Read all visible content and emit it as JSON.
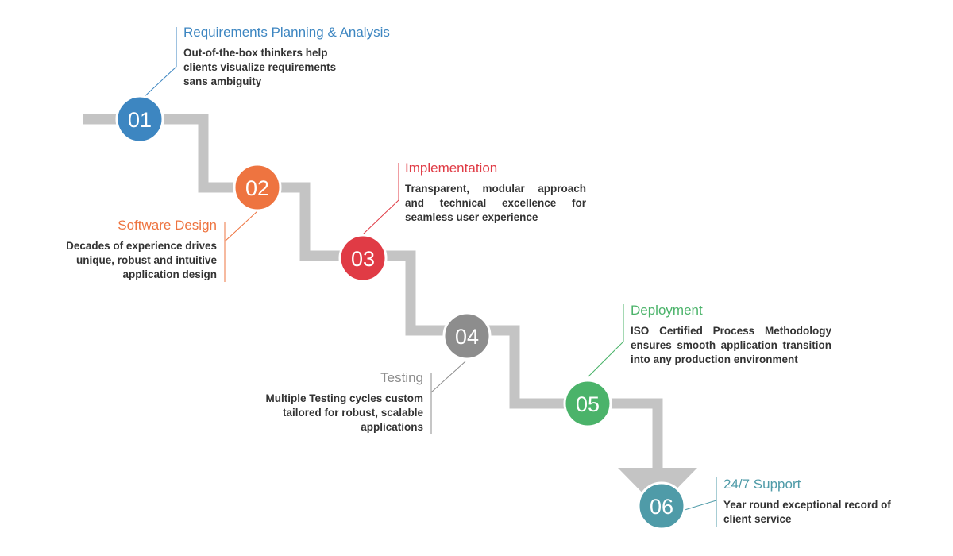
{
  "colors": {
    "path": "#c4c4c4",
    "blue": "#3d86c1",
    "orange": "#ee7440",
    "red": "#e03b45",
    "gray": "#8d8d8d",
    "green": "#4bb36a",
    "teal": "#4f9ba8"
  },
  "steps": [
    {
      "number": "01",
      "title": "Requirements Planning & Analysis",
      "description": "Out-of-the-box thinkers help clients visualize requirements sans ambiguity"
    },
    {
      "number": "02",
      "title": "Software Design",
      "description": "Decades of experience drives unique, robust and intuitive application design"
    },
    {
      "number": "03",
      "title": "Implementation",
      "description": "Transparent, modular approach and technical excellence for seamless user experience"
    },
    {
      "number": "04",
      "title": "Testing",
      "description": "Multiple Testing cycles custom tailored for robust, scalable applications"
    },
    {
      "number": "05",
      "title": "Deployment",
      "description": "ISO Certified Process Methodology ensures smooth application transition into any production environment"
    },
    {
      "number": "06",
      "title": "24/7 Support",
      "description": "Year round exceptional record of client service"
    }
  ]
}
